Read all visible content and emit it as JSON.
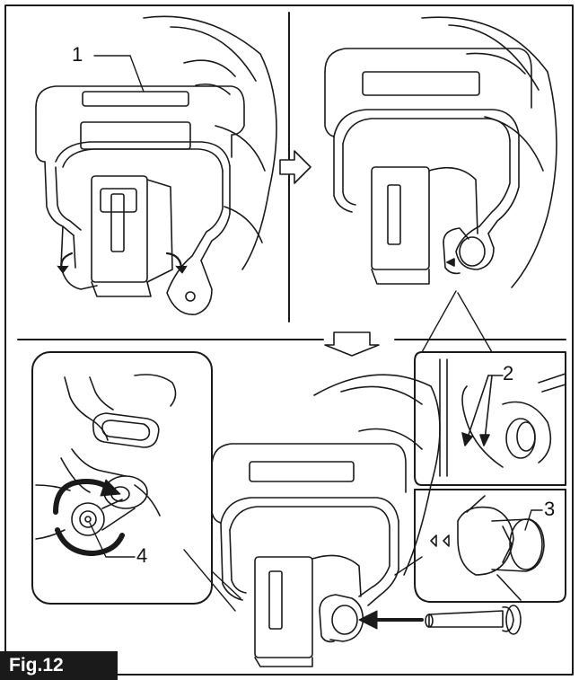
{
  "figure": {
    "label": "Fig.12"
  },
  "callouts": {
    "c1": "1",
    "c2": "2",
    "c3": "3",
    "c4": "4"
  },
  "icons": {
    "flow_arrows": [
      "arrow-right-icon",
      "arrow-down-icon"
    ],
    "rotation": "rotate-arrow-icon",
    "insertion": "arrow-left-icon"
  },
  "colors": {
    "line": "#1a1a1a",
    "background": "#ffffff",
    "label_bg": "#1a1a1a",
    "label_text": "#ffffff"
  }
}
